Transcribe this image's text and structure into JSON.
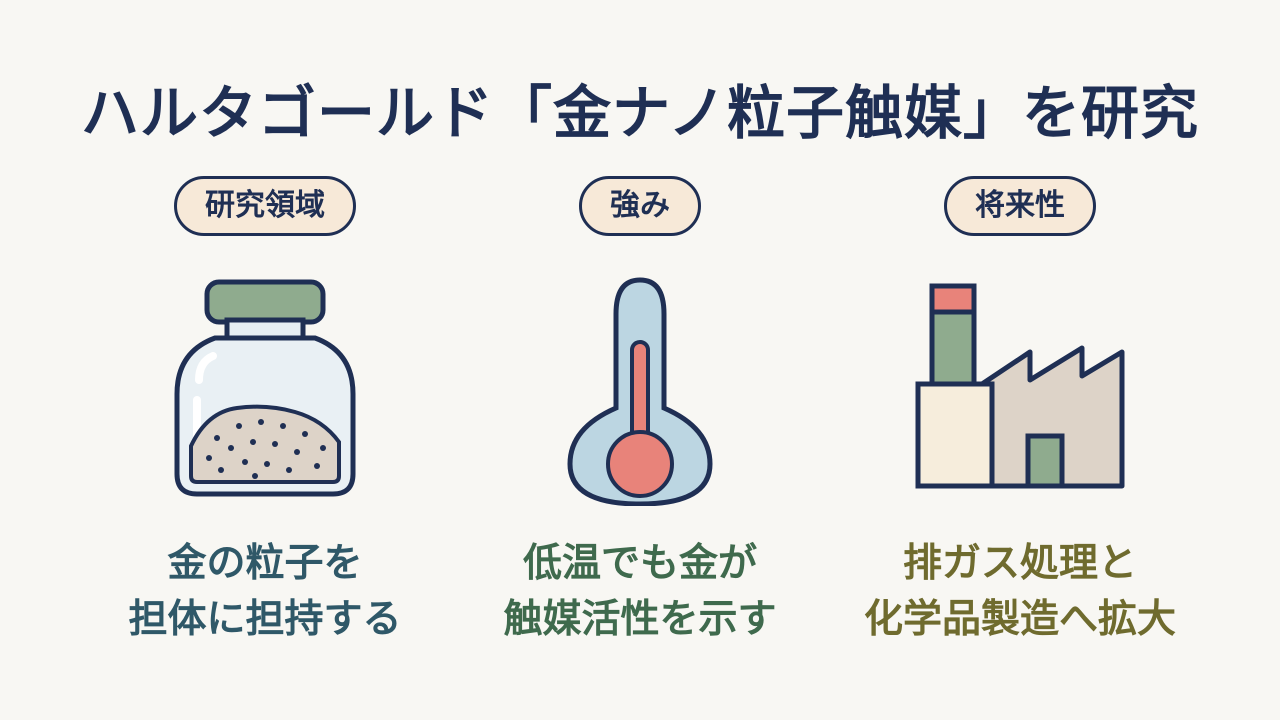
{
  "title": "ハルタゴールド「金ナノ粒子触媒」を研究",
  "columns": [
    {
      "label": "研究領域",
      "icon": "powder-jar-icon",
      "caption_lines": [
        "金の粒子を",
        "担体に担持する"
      ]
    },
    {
      "label": "強み",
      "icon": "thermometer-icon",
      "caption_lines": [
        "低温でも金が",
        "触媒活性を示す"
      ]
    },
    {
      "label": "将来性",
      "icon": "factory-icon",
      "caption_lines": [
        "排ガス処理と",
        "化学品製造へ拡大"
      ]
    }
  ],
  "colors": {
    "navy": "#1f2f54",
    "pill_fill": "#f7e9d8",
    "sage": "#8fab8e",
    "coral": "#e8837a",
    "light_blue": "#bcd6e2",
    "cream": "#f6eddc",
    "taupe": "#ddd3c8"
  }
}
